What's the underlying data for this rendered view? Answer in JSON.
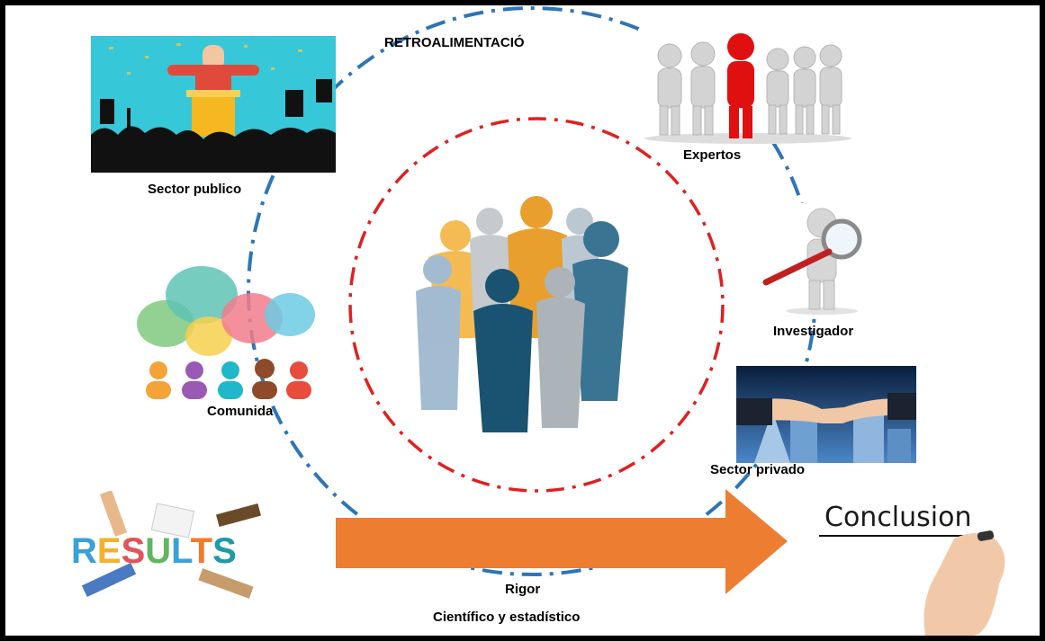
{
  "labels": {
    "feedback": "RETROALIMENTACIÓ",
    "public_sector": "Sector publico",
    "experts": "Expertos",
    "researcher": "Investigador",
    "community": "Comunida",
    "private_sector": "Sector privado",
    "rigor": "Rigor",
    "rigor_sub": "Científico y estadístico",
    "results": "RESULTS",
    "conclusion": "Conclusion"
  },
  "colors": {
    "outer_ring": "#2e75b6",
    "inner_ring": "#e02020",
    "arrow": "#ed7d31",
    "expert_highlight": "#e01010"
  },
  "icons": [
    "podium-speaker-crowd-icon",
    "expert-team-figures-icon",
    "magnifier-researcher-icon",
    "speech-bubbles-people-icon",
    "handshake-skyscrapers-icon",
    "results-letters-hands-icon",
    "hand-writing-marker-icon",
    "people-group-silhouettes-icon"
  ]
}
